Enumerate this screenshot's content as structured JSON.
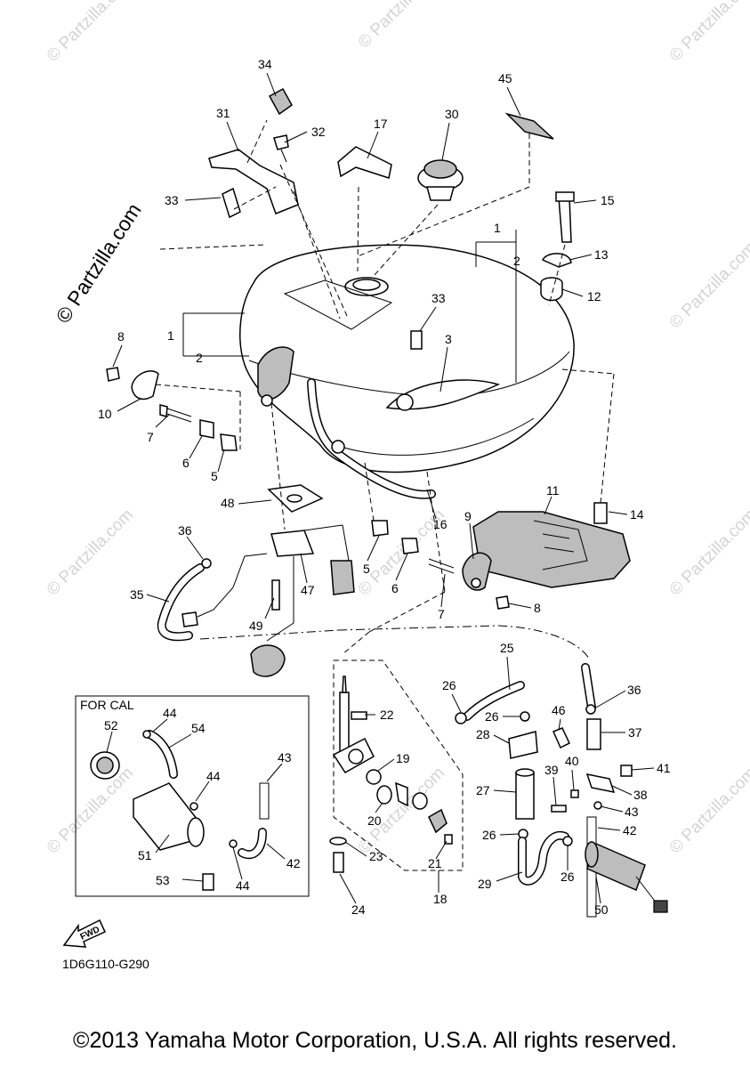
{
  "diagram": {
    "watermark_main": "© Partzilla.com",
    "watermark_tile": "© Partzilla.com",
    "inset_title": "FOR CAL",
    "fwd_label": "FWD",
    "drawing_code": "1D6G110-G290",
    "callouts": [
      {
        "id": "c34",
        "text": "34"
      },
      {
        "id": "c31",
        "text": "31"
      },
      {
        "id": "c32",
        "text": "32"
      },
      {
        "id": "c17",
        "text": "17"
      },
      {
        "id": "c30",
        "text": "30"
      },
      {
        "id": "c45",
        "text": "45"
      },
      {
        "id": "c33a",
        "text": "33"
      },
      {
        "id": "c15",
        "text": "15"
      },
      {
        "id": "c1a",
        "text": "1"
      },
      {
        "id": "c2a",
        "text": "2"
      },
      {
        "id": "c13",
        "text": "13"
      },
      {
        "id": "c12",
        "text": "12"
      },
      {
        "id": "c33b",
        "text": "33"
      },
      {
        "id": "c3",
        "text": "3"
      },
      {
        "id": "c8a",
        "text": "8"
      },
      {
        "id": "c1b",
        "text": "1"
      },
      {
        "id": "c2b",
        "text": "2"
      },
      {
        "id": "c10",
        "text": "10"
      },
      {
        "id": "c7a",
        "text": "7"
      },
      {
        "id": "c6a",
        "text": "6"
      },
      {
        "id": "c5a",
        "text": "5"
      },
      {
        "id": "c48",
        "text": "48"
      },
      {
        "id": "c16",
        "text": "16"
      },
      {
        "id": "c11",
        "text": "11"
      },
      {
        "id": "c14",
        "text": "14"
      },
      {
        "id": "c9",
        "text": "9"
      },
      {
        "id": "c36a",
        "text": "36"
      },
      {
        "id": "c5b",
        "text": "5"
      },
      {
        "id": "c6b",
        "text": "6"
      },
      {
        "id": "c47",
        "text": "47"
      },
      {
        "id": "c35",
        "text": "35"
      },
      {
        "id": "c8b",
        "text": "8"
      },
      {
        "id": "c7b",
        "text": "7"
      },
      {
        "id": "c49",
        "text": "49"
      },
      {
        "id": "c25",
        "text": "25"
      },
      {
        "id": "c26a",
        "text": "26"
      },
      {
        "id": "c36b",
        "text": "36"
      },
      {
        "id": "c22",
        "text": "22"
      },
      {
        "id": "c26b",
        "text": "26"
      },
      {
        "id": "c46",
        "text": "46"
      },
      {
        "id": "c37",
        "text": "37"
      },
      {
        "id": "c28",
        "text": "28"
      },
      {
        "id": "c19",
        "text": "19"
      },
      {
        "id": "c40",
        "text": "40"
      },
      {
        "id": "c39",
        "text": "39"
      },
      {
        "id": "c41",
        "text": "41"
      },
      {
        "id": "c27",
        "text": "27"
      },
      {
        "id": "c38",
        "text": "38"
      },
      {
        "id": "c20",
        "text": "20"
      },
      {
        "id": "c43a",
        "text": "43"
      },
      {
        "id": "c26c",
        "text": "26"
      },
      {
        "id": "c42a",
        "text": "42"
      },
      {
        "id": "c23",
        "text": "23"
      },
      {
        "id": "c21",
        "text": "21"
      },
      {
        "id": "c26d",
        "text": "26"
      },
      {
        "id": "c29",
        "text": "29"
      },
      {
        "id": "c18",
        "text": "18"
      },
      {
        "id": "c24",
        "text": "24"
      },
      {
        "id": "c50",
        "text": "50"
      },
      {
        "id": "c52",
        "text": "52"
      },
      {
        "id": "c44a",
        "text": "44"
      },
      {
        "id": "c54",
        "text": "54"
      },
      {
        "id": "c44b",
        "text": "44"
      },
      {
        "id": "c43b",
        "text": "43"
      },
      {
        "id": "c51",
        "text": "51"
      },
      {
        "id": "c42b",
        "text": "42"
      },
      {
        "id": "c53",
        "text": "53"
      },
      {
        "id": "c44c",
        "text": "44"
      }
    ]
  },
  "footer": {
    "copyright": "©2013 Yamaha Motor Corporation, U.S.A. All rights reserved."
  }
}
